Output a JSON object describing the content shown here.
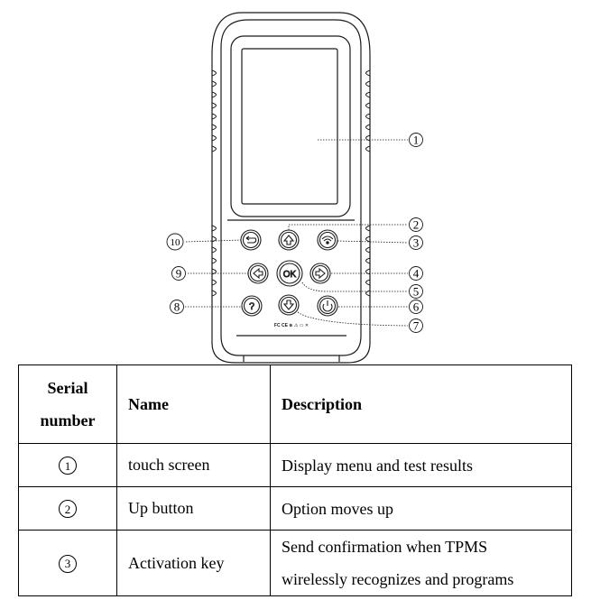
{
  "device": {
    "callouts": [
      {
        "id": "1",
        "label": "1"
      },
      {
        "id": "2",
        "label": "2"
      },
      {
        "id": "3",
        "label": "3"
      },
      {
        "id": "4",
        "label": "4"
      },
      {
        "id": "5",
        "label": "5"
      },
      {
        "id": "6",
        "label": "6"
      },
      {
        "id": "7",
        "label": "7"
      },
      {
        "id": "8",
        "label": "8"
      },
      {
        "id": "9",
        "label": "9"
      },
      {
        "id": "10",
        "label": "10"
      }
    ],
    "buttons": {
      "ok_label": "OK",
      "help_label": "?"
    },
    "cert_marks": "FC CE ⊗ ⚠ ▭ ✕"
  },
  "table": {
    "headers": {
      "serial_line1": "Serial",
      "serial_line2": "number",
      "name": "Name",
      "description": "Description"
    },
    "rows": [
      {
        "num": "1",
        "name": "touch screen",
        "desc_line1": "Display menu and test results",
        "desc_line2": ""
      },
      {
        "num": "2",
        "name": "Up button",
        "desc_line1": "Option moves up",
        "desc_line2": ""
      },
      {
        "num": "3",
        "name": "Activation key",
        "desc_line1": "Send confirmation when TPMS",
        "desc_line2": "wirelessly recognizes and programs"
      }
    ]
  },
  "icons": {
    "back": "back-arrow-icon",
    "up": "up-arrow-icon",
    "activate": "wireless-activate-icon",
    "left": "left-arrow-icon",
    "right": "right-arrow-icon",
    "ok": "ok-icon",
    "down": "down-arrow-icon",
    "help": "help-icon",
    "power": "power-icon"
  }
}
